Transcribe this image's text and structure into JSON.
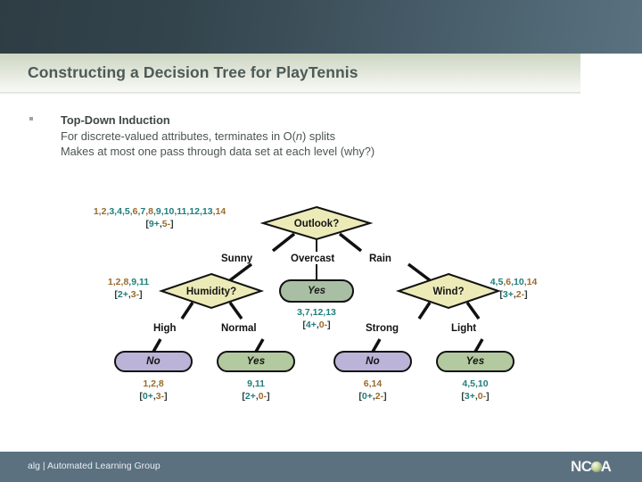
{
  "slide": {
    "title": "Constructing a Decision Tree for PlayTennis",
    "bullets": [
      {
        "text": "Top-Down Induction",
        "bold": true
      },
      {
        "text": "For discrete-valued attributes, terminates in O(n) splits",
        "bold": false
      },
      {
        "text": "Makes at most one pass through data set at each level (why?)",
        "bold": false
      }
    ]
  },
  "footer": {
    "left_text": "alg | Automated Learning Group",
    "logo_left": "NC",
    "logo_right": "A",
    "logo_icon": "globe-icon"
  },
  "colors": {
    "header_dark": "#2e3d44",
    "header_light": "#5a7280",
    "title_band": "#dde3d5",
    "footer": "#5b7180",
    "decision_node_fill": "#ecebb8",
    "leaf_no_fill": "#bcb4d8",
    "leaf_yes_fill": "#b3c99f",
    "internal_yes_fill": "#a9bfa3",
    "positive_text": "#1f7d7d",
    "negative_text": "#9a6a2c",
    "bracket_text": "#2f3a38"
  },
  "tree": {
    "root": {
      "node_label": "Outlook?",
      "node_type": "decision",
      "examples": "1,2,3,4,5,6,7,8,9,10,11,12,13,14",
      "counts": "[9+,5-]",
      "positive": 9,
      "negative": 5
    },
    "edges_level1": [
      "Sunny",
      "Overcast",
      "Rain"
    ],
    "level1": [
      {
        "node_label": "Humidity?",
        "node_type": "decision",
        "examples": "1,2,8,9,11",
        "counts": "[2+,3-]",
        "positive": 2,
        "negative": 3
      },
      {
        "node_label": "Yes",
        "node_type": "leaf-internal",
        "examples": "3,7,12,13",
        "counts": "[4+,0-]",
        "positive": 4,
        "negative": 0
      },
      {
        "node_label": "Wind?",
        "node_type": "decision",
        "examples": "4,5,6,10,14",
        "counts": "[3+,2-]",
        "positive": 3,
        "negative": 2
      }
    ],
    "edges_level2": [
      "High",
      "Normal",
      "Strong",
      "Light"
    ],
    "level2": [
      {
        "node_label": "No",
        "node_type": "leaf",
        "examples": "1,2,8",
        "counts": "[0+,3-]",
        "positive": 0,
        "negative": 3
      },
      {
        "node_label": "Yes",
        "node_type": "leaf",
        "examples": "9,11",
        "counts": "[2+,0-]",
        "positive": 2,
        "negative": 0
      },
      {
        "node_label": "No",
        "node_type": "leaf",
        "examples": "6,14",
        "counts": "[0+,2-]",
        "positive": 0,
        "negative": 2
      },
      {
        "node_label": "Yes",
        "node_type": "leaf",
        "examples": "4,5,10",
        "counts": "[3+,0-]",
        "positive": 3,
        "negative": 0
      }
    ]
  }
}
